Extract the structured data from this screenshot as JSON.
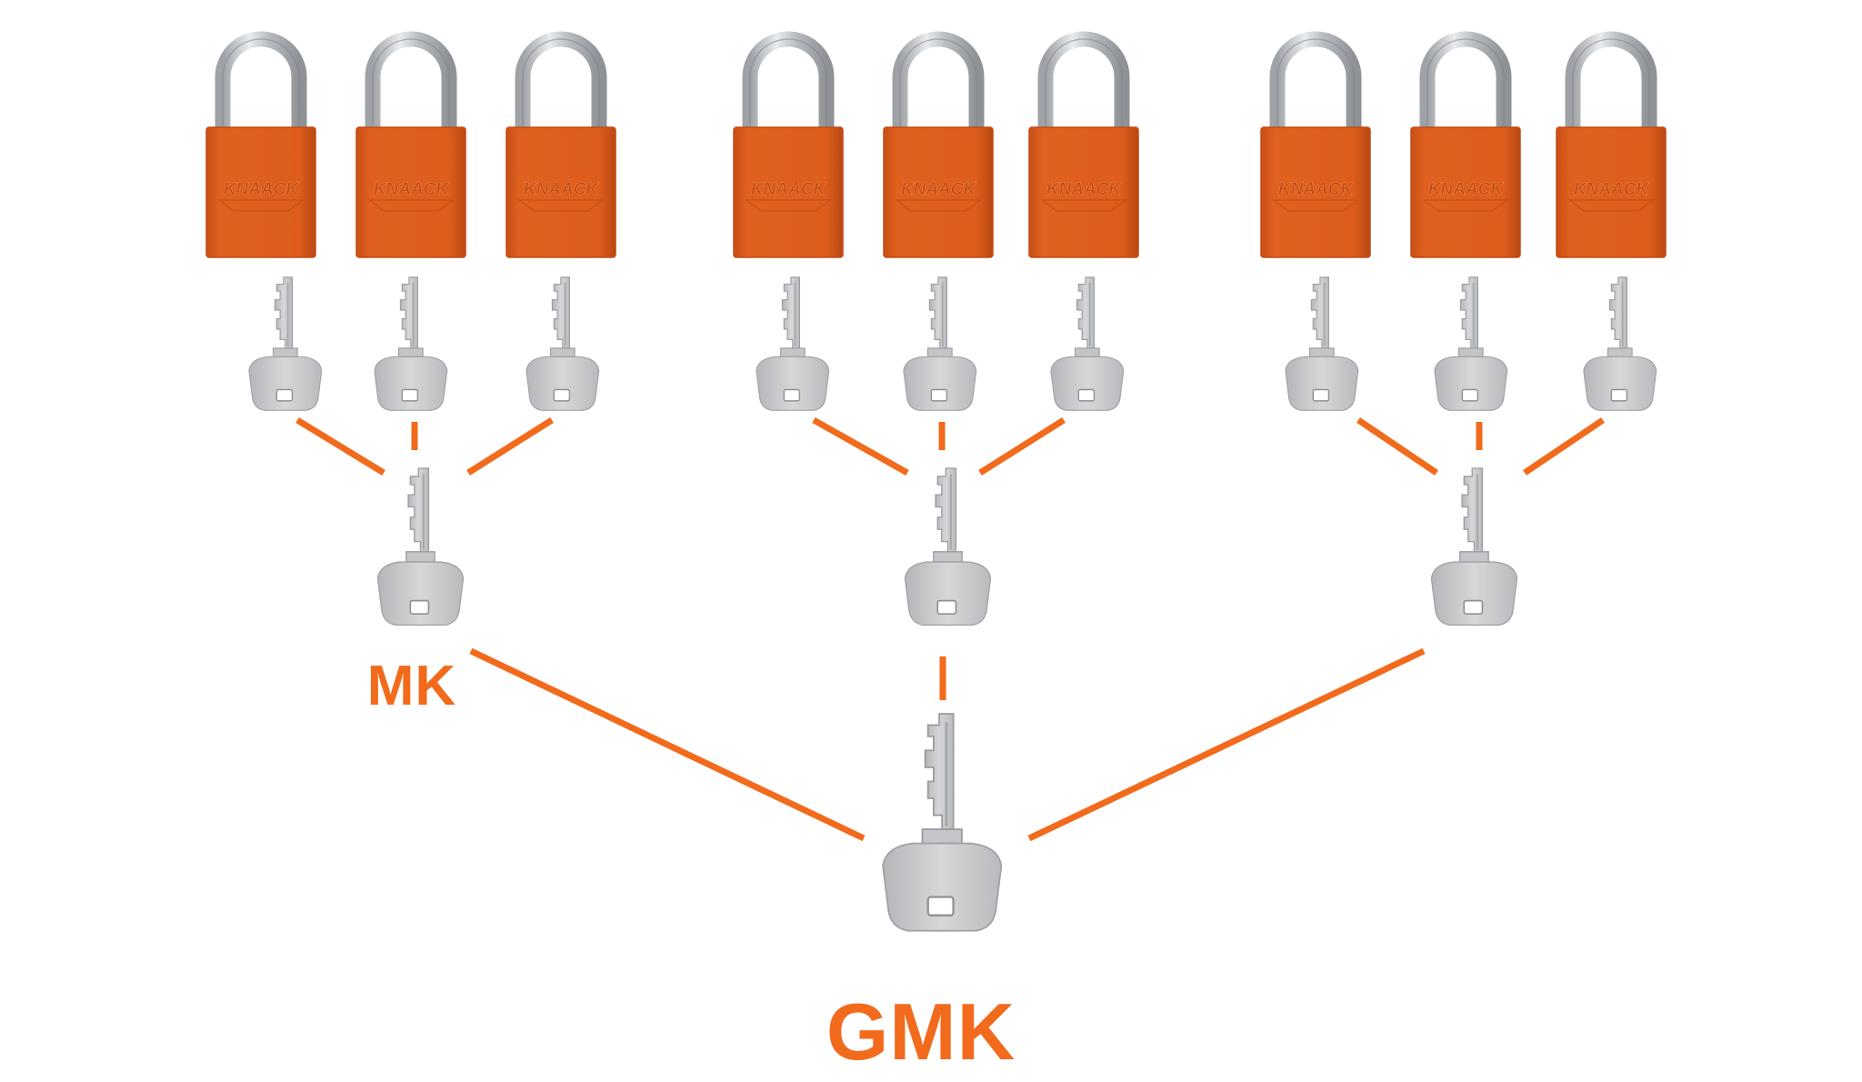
{
  "colors": {
    "accent": "#f26a1b",
    "lock_body": "#dd5a1e",
    "lock_body_dark": "#c24a14",
    "key_metal": "#c9c9cb",
    "shackle_metal": "#bfc2c5",
    "connector": "#f26a1b"
  },
  "lock_brand": "KNAACK",
  "labels": {
    "mk": "MK",
    "gmk": "GMK"
  },
  "groups": [
    {
      "name": "group-1",
      "locks": [
        "KNAACK",
        "KNAACK",
        "KNAACK"
      ]
    },
    {
      "name": "group-2",
      "locks": [
        "KNAACK",
        "KNAACK",
        "KNAACK"
      ]
    },
    {
      "name": "group-3",
      "locks": [
        "KNAACK",
        "KNAACK",
        "KNAACK"
      ]
    }
  ],
  "icons": {
    "lock": "padlock-icon",
    "key": "key-icon"
  }
}
